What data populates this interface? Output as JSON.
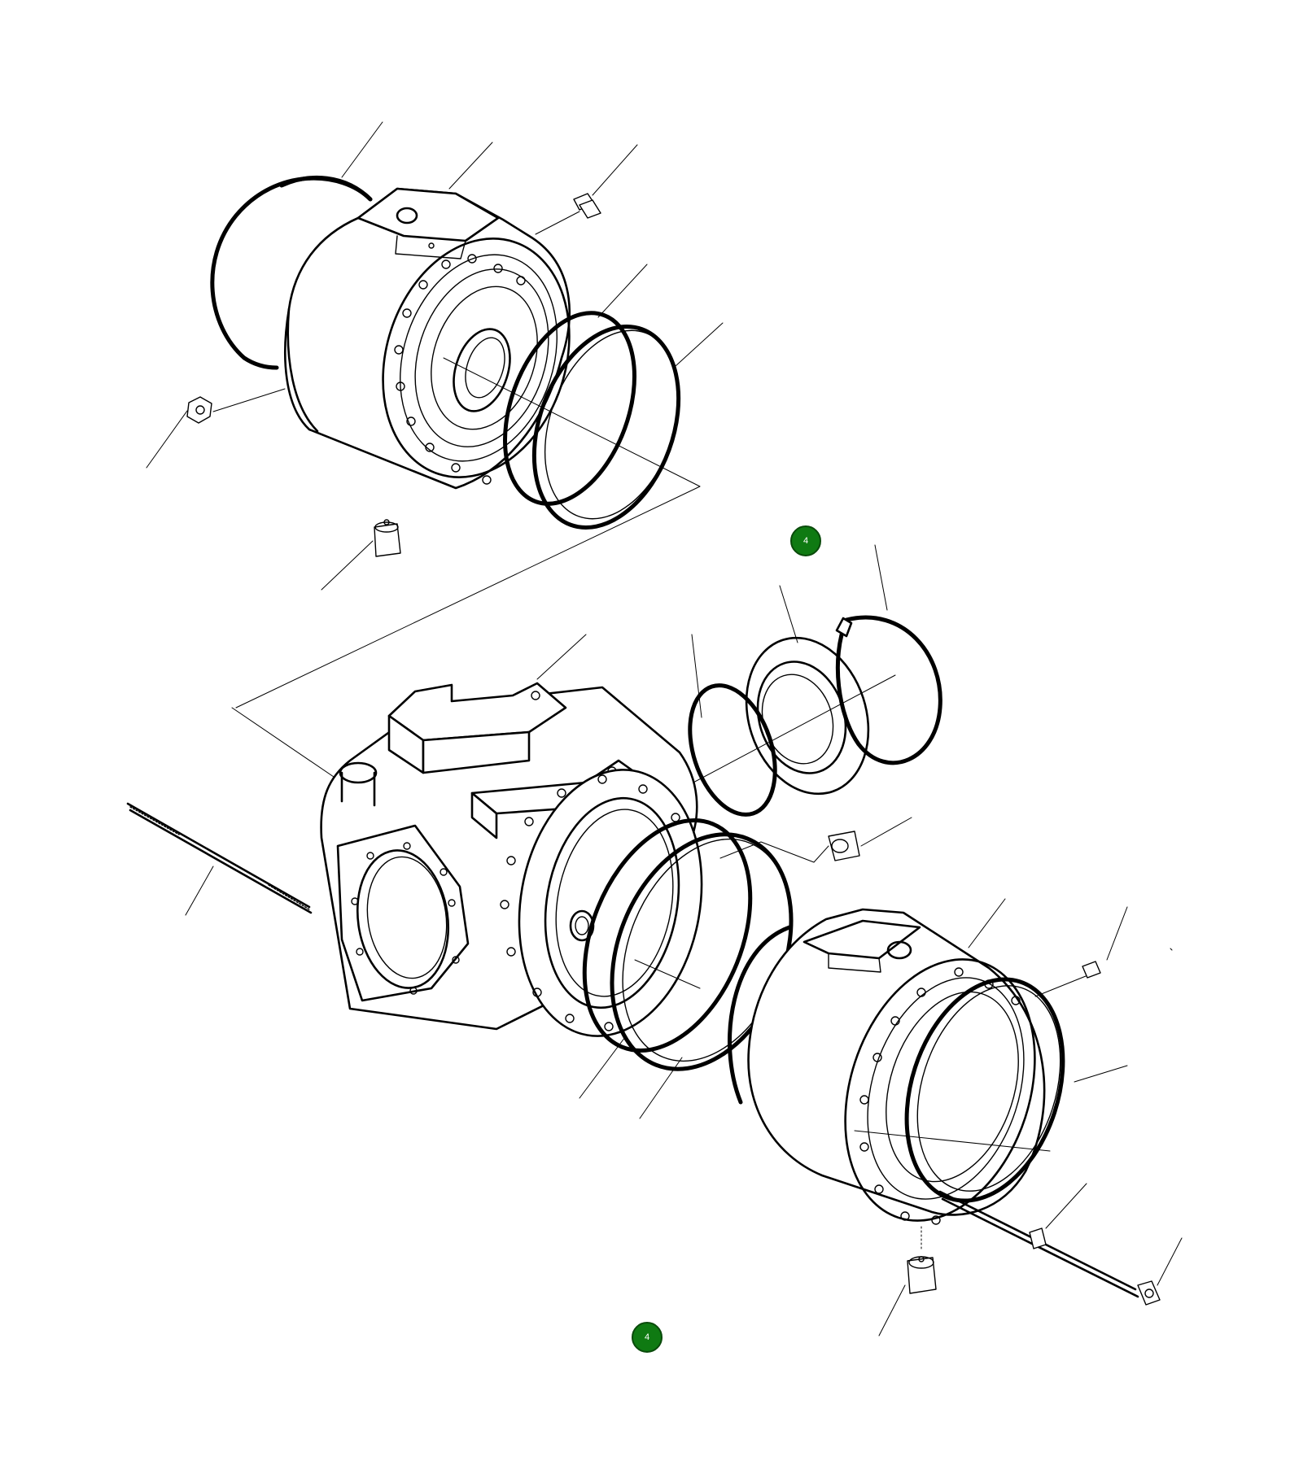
{
  "diagram": {
    "hotspots": [
      {
        "id": "hotspot-upper",
        "label": "4",
        "color": "#0f7a12"
      },
      {
        "id": "hotspot-lower",
        "label": "4",
        "color": "#0f7a12"
      }
    ]
  }
}
